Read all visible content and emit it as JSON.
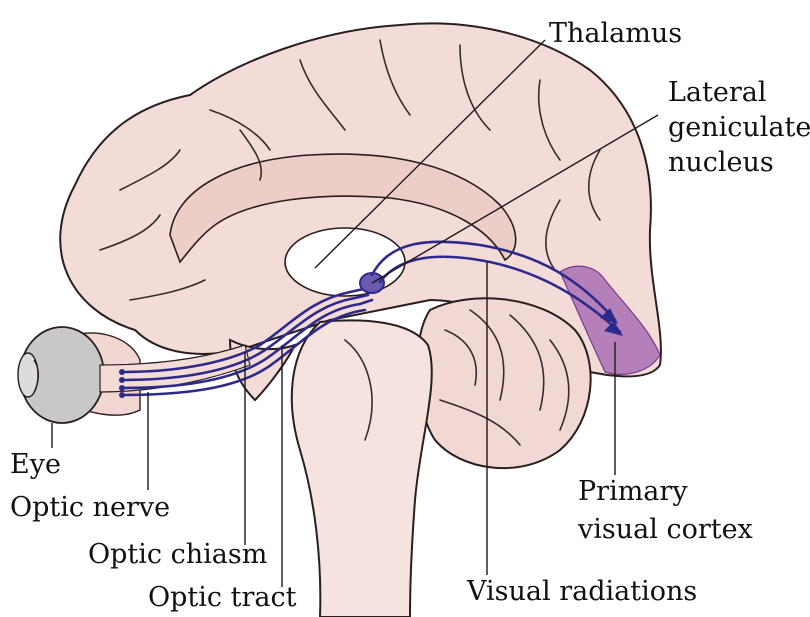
{
  "labels": {
    "thalamus": "Thalamus",
    "lgn_line1": "Lateral",
    "lgn_line2": "geniculate",
    "lgn_line3": "nucleus",
    "eye": "Eye",
    "optic_nerve": "Optic nerve",
    "optic_chiasm": "Optic chiasm",
    "optic_tract": "Optic tract",
    "visual_radiations": "Visual radiations",
    "v1_line1": "Primary",
    "v1_line2": "visual cortex"
  },
  "colors": {
    "brain_fill": "#f3dcd8",
    "brainstem_fill": "#f6e3df",
    "eye_fill": "#c8c8c8",
    "pathway": "#2e2a8c",
    "visual_cortex": "#a060b0",
    "outline": "#2a1e1e"
  }
}
